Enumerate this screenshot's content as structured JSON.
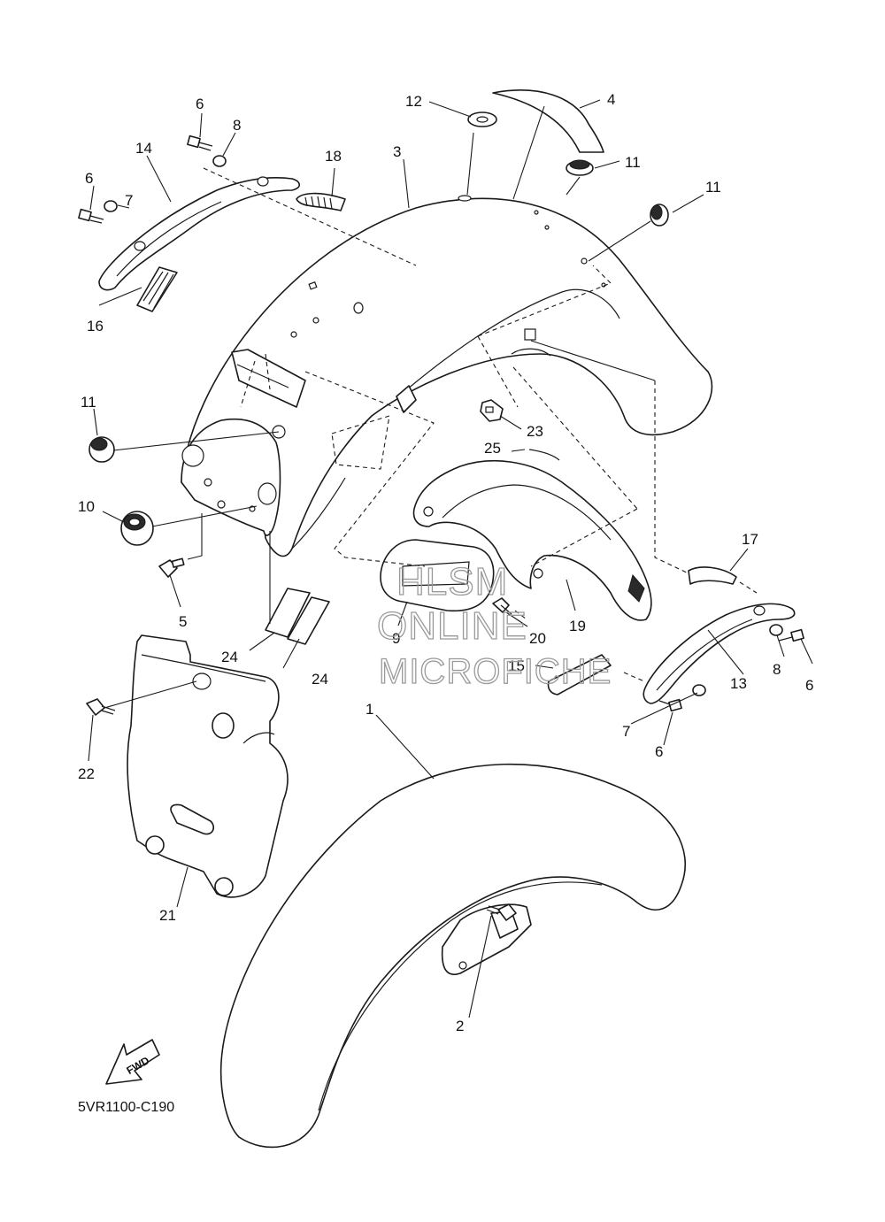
{
  "diagram": {
    "diagram_code": "5VR1100-C190",
    "direction_badge": "FWD",
    "watermark": {
      "line1": "HLSM",
      "line2": "ONLINE",
      "line3": "MICROFICHE"
    },
    "callouts": {
      "c1": "1",
      "c2": "2",
      "c3": "3",
      "c4": "4",
      "c5": "5",
      "c6a": "6",
      "c6b": "6",
      "c6c": "6",
      "c6d": "6",
      "c7a": "7",
      "c7b": "7",
      "c8a": "8",
      "c8b": "8",
      "c9": "9",
      "c10": "10",
      "c11a": "11",
      "c11b": "11",
      "c11c": "11",
      "c12": "12",
      "c13": "13",
      "c14": "14",
      "c15": "15",
      "c16": "16",
      "c17": "17",
      "c18": "18",
      "c19": "19",
      "c20": "20",
      "c21": "21",
      "c22": "22",
      "c23": "23",
      "c24a": "24",
      "c24b": "24",
      "c25": "25"
    }
  }
}
